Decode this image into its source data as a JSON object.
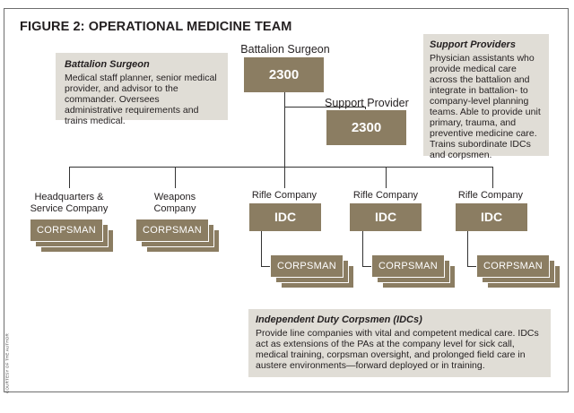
{
  "figure": {
    "title": "FIGURE 2: OPERATIONAL MEDICINE TEAM",
    "credit": "COURTESY OF THE AUTHOR"
  },
  "info_boxes": {
    "battalion_surgeon": {
      "heading": "Battalion Surgeon",
      "body": "Medical staff planner, senior medical provider, and advisor to the commander. Oversees administrative requirements and trains medical."
    },
    "support_providers": {
      "heading": "Support Providers",
      "body": "Physician assistants who provide medical care across the battalion and integrate in battalion- to company-level planning teams. Able to provide unit primary, trauma, and preventive medicine care. Trains subordinate IDCs and corpsmen."
    },
    "idcs": {
      "heading": "Independent Duty Corpsmen (IDCs)",
      "body": "Provide line companies with vital and competent medical care. IDCs act as extensions of the PAs at the company level for sick call, medical training, corpsman oversight, and prolonged field care in austere environments—forward deployed or in training."
    }
  },
  "org": {
    "battalion_surgeon": {
      "label": "Battalion Surgeon",
      "code": "2300"
    },
    "support_provider": {
      "label": "Support Provider",
      "code": "2300"
    },
    "units": [
      {
        "label": "Headquarters & Service Company",
        "element": "CORPSMAN"
      },
      {
        "label": "Weapons Company",
        "element": "CORPSMAN"
      },
      {
        "label": "Rifle Company",
        "lead": "IDC",
        "element": "CORPSMAN"
      },
      {
        "label": "Rifle Company",
        "lead": "IDC",
        "element": "CORPSMAN"
      },
      {
        "label": "Rifle Company",
        "lead": "IDC",
        "element": "CORPSMAN"
      }
    ]
  },
  "colors": {
    "unit_fill": "#8b7d62",
    "note_fill": "#e0ddd6",
    "line": "#333333"
  }
}
